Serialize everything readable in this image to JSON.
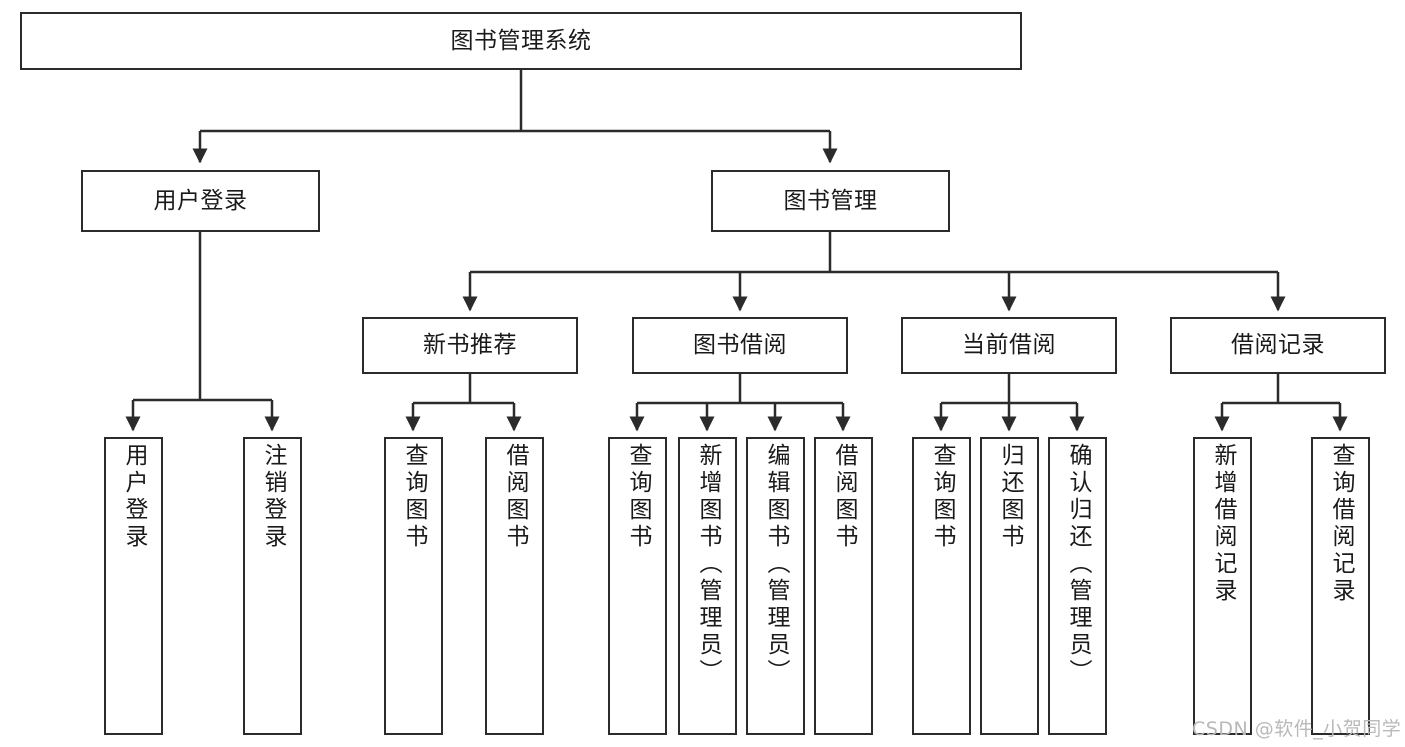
{
  "diagram": {
    "type": "hierarchy-tree",
    "title": "图书管理系统",
    "watermark": "CSDN @软件_小贺同学",
    "colors": {
      "box_border": "#2b2b2b",
      "box_fill": "#ffffff",
      "connector": "#2b2b2b",
      "text": "#1a1a1a",
      "watermark": "#b9b9b9"
    },
    "levels": {
      "root": {
        "label": "图书管理系统"
      },
      "level2": [
        {
          "label": "用户登录"
        },
        {
          "label": "图书管理"
        }
      ],
      "level3": [
        {
          "label": "新书推荐"
        },
        {
          "label": "图书借阅"
        },
        {
          "label": "当前借阅"
        },
        {
          "label": "借阅记录"
        }
      ],
      "leaves_user_login": [
        {
          "label": "用户登录"
        },
        {
          "label": "注销登录"
        }
      ],
      "leaves_new_book": [
        {
          "label": "查询图书"
        },
        {
          "label": "借阅图书"
        }
      ],
      "leaves_borrow": [
        {
          "label": "查询图书"
        },
        {
          "label": "新增图书（管理员）"
        },
        {
          "label": "编辑图书（管理员）"
        },
        {
          "label": "借阅图书"
        }
      ],
      "leaves_current": [
        {
          "label": "查询图书"
        },
        {
          "label": "归还图书"
        },
        {
          "label": "确认归还（管理员）"
        }
      ],
      "leaves_records": [
        {
          "label": "新增借阅记录"
        },
        {
          "label": "查询借阅记录"
        }
      ]
    }
  }
}
